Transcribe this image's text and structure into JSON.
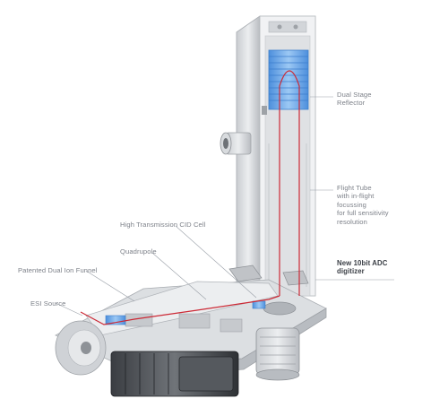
{
  "labels": {
    "reflector": [
      "Dual Stage",
      "Reflector"
    ],
    "flight_tube": [
      "Flight Tube",
      "with in-flight",
      "focussing",
      "for full sensitivity",
      "resolution"
    ],
    "adc": [
      "New 10bit ADC",
      "digitizer"
    ],
    "cid_cell": "High Transmission CID Cell",
    "quadrupole": "Quadrupole",
    "ion_funnel": "Patented Dual Ion Funnel",
    "esi_source": "ESI Source"
  },
  "colors": {
    "ion_path": "#cc2a36",
    "reflector_blue": "#6aa8e8",
    "leader_line": "#9aa0a8",
    "label_text": "#7d8189"
  }
}
